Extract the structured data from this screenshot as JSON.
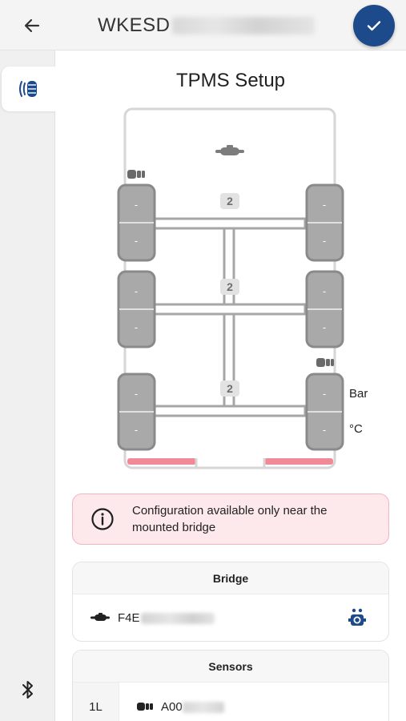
{
  "header": {
    "vehicle_id_prefix": "WKESD",
    "back_icon": "arrow-left-icon",
    "confirm_icon": "check-icon"
  },
  "sidebar": {
    "items": [
      {
        "icon": "tpms-tire-icon",
        "active": true
      }
    ],
    "footer_icon": "bluetooth-icon"
  },
  "page": {
    "title": "TPMS Setup"
  },
  "diagram": {
    "axles": [
      {
        "tire_count_label": "2",
        "left": {
          "top": "-",
          "bottom": "-"
        },
        "right": {
          "top": "-",
          "bottom": "-"
        }
      },
      {
        "tire_count_label": "2",
        "left": {
          "top": "-",
          "bottom": "-"
        },
        "right": {
          "top": "-",
          "bottom": "-"
        }
      },
      {
        "tire_count_label": "2",
        "left": {
          "top": "-",
          "bottom": "-"
        },
        "right": {
          "top": "-",
          "bottom": "-"
        }
      }
    ],
    "pressure_unit": "Bar",
    "temperature_unit": "°C",
    "colors": {
      "tire": "#a9a9a9",
      "tire_border": "#8a8a8a",
      "frame": "#d6d6d6",
      "rear_highlight": "#f08a99",
      "accent": "#1d4a8a"
    }
  },
  "warning": {
    "icon": "info-icon",
    "message": "Configuration available only near the mounted bridge"
  },
  "bridge": {
    "header": "Bridge",
    "device_prefix": "F4E",
    "status_icon": "bridge-connected-icon"
  },
  "sensors": {
    "header": "Sensors",
    "rows": [
      {
        "position": "1L",
        "device_prefix": "A00"
      }
    ]
  }
}
